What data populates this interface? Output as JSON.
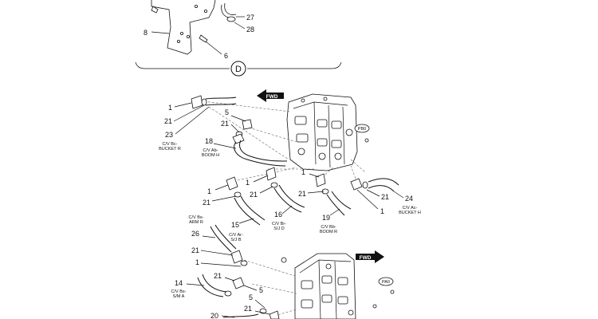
{
  "detail": {
    "letter": "D"
  },
  "fwd": {
    "top": "FWD",
    "bottom": "FWD"
  },
  "tags": {
    "pb": "PB0",
    "pa": "PA0"
  },
  "numbers": {
    "n27": "27",
    "n28": "28",
    "n8": "8",
    "n6": "6",
    "a1": "1",
    "a21": "21",
    "a23": "23",
    "a5": "5",
    "a21b": "21",
    "a18": "18",
    "b1": "1",
    "b21": "21",
    "b1c": "1",
    "b21c": "21",
    "b15": "15",
    "b16": "16",
    "b1d": "1",
    "b21d": "21",
    "b19": "19",
    "b21e": "21",
    "b24": "24",
    "b1e": "1",
    "c26": "26",
    "c21": "21",
    "c1": "1",
    "c21b": "21",
    "c5": "5",
    "c14": "14",
    "c5b": "5",
    "c21c": "21",
    "c20": "20"
  },
  "callouts": {
    "bucket_r": [
      "C/V Bc-",
      "BUCKET R"
    ],
    "boom_h": [
      "C/V Ab-",
      "BOOM H"
    ],
    "arm_r": [
      "C/V Bs-",
      "ARM R"
    ],
    "sj_b": [
      "C/V Ar-",
      "S/J B"
    ],
    "sj_d": [
      "C/V Br-",
      "S/J D"
    ],
    "boom_r": [
      "C/V Bb-",
      "BOOM R"
    ],
    "bucket_h": [
      "C/V Ac-",
      "BUCKET H"
    ],
    "sm_a": [
      "C/V Bs-",
      "S/M A"
    ]
  }
}
